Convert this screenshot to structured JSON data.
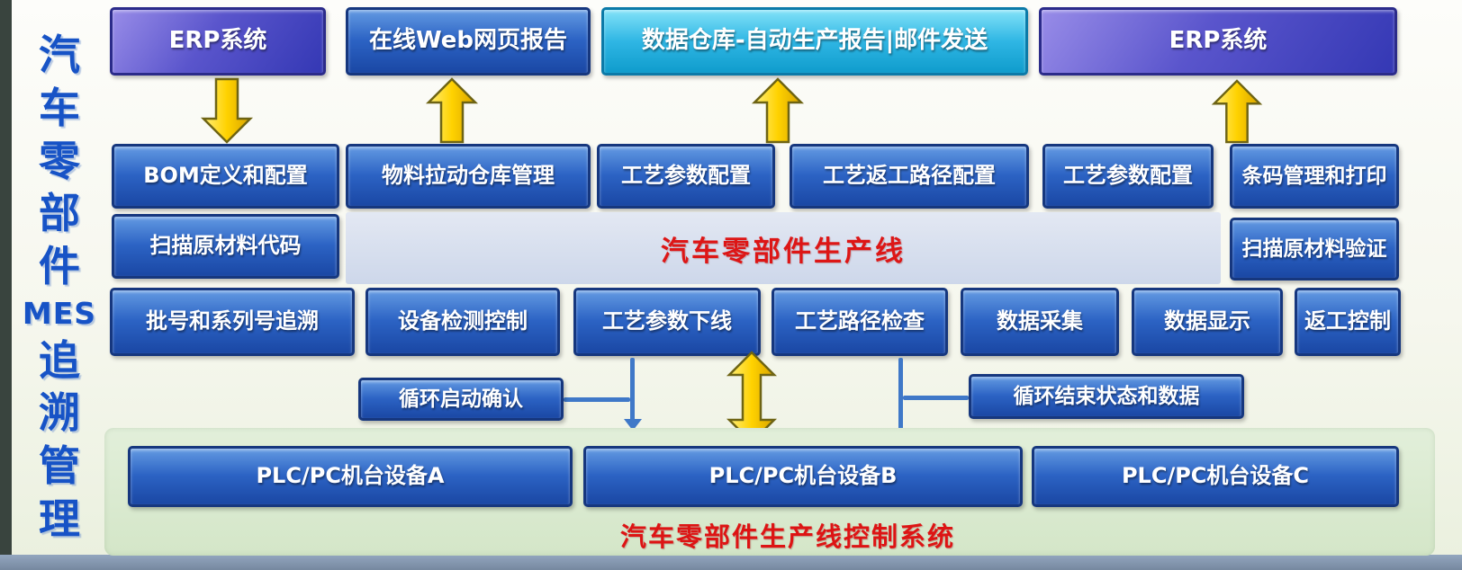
{
  "title": {
    "lines": [
      "汽",
      "车",
      "零",
      "部",
      "件",
      "MES",
      "追",
      "溯",
      "管",
      "理"
    ]
  },
  "top_row": {
    "erp_left": "ERP系统",
    "web_report": "在线Web网页报告",
    "warehouse": "数据仓库-自动生产报告|邮件发送",
    "erp_right": "ERP系统"
  },
  "config_row": {
    "bom": "BOM定义和配置",
    "material_warehouse": "物料拉动仓库管理",
    "process_param_1": "工艺参数配置",
    "rework_path": "工艺返工路径配置",
    "process_param_2": "工艺参数配置",
    "barcode": "条码管理和打印"
  },
  "line_row": {
    "scan_code": "扫描原材料代码",
    "production_line": "汽车零部件生产线",
    "scan_verify": "扫描原材料验证"
  },
  "exec_row": {
    "batch_trace": "批号和系列号追溯",
    "device_control": "设备检测控制",
    "param_offline": "工艺参数下线",
    "path_check": "工艺路径检查",
    "data_collect": "数据采集",
    "data_display": "数据显示",
    "rework_control": "返工控制"
  },
  "loop": {
    "start_confirm": "循环启动确认",
    "end_status": "循环结束状态和数据"
  },
  "plc_row": {
    "a": "PLC/PC机台设备A",
    "b": "PLC/PC机台设备B",
    "c": "PLC/PC机台设备C"
  },
  "footer": {
    "control_system": "汽车零部件生产线控制系统"
  },
  "colors": {
    "box_blue": "#1e4fae",
    "erp_purple": "#5a55cc",
    "warehouse_cyan": "#1fb1e0",
    "arrow_yellow": "#ffd200",
    "accent_red": "#dd1616",
    "title_blue": "#1753c6",
    "green_panel": "#d8e8cc",
    "connector_blue": "#3f78c8"
  }
}
